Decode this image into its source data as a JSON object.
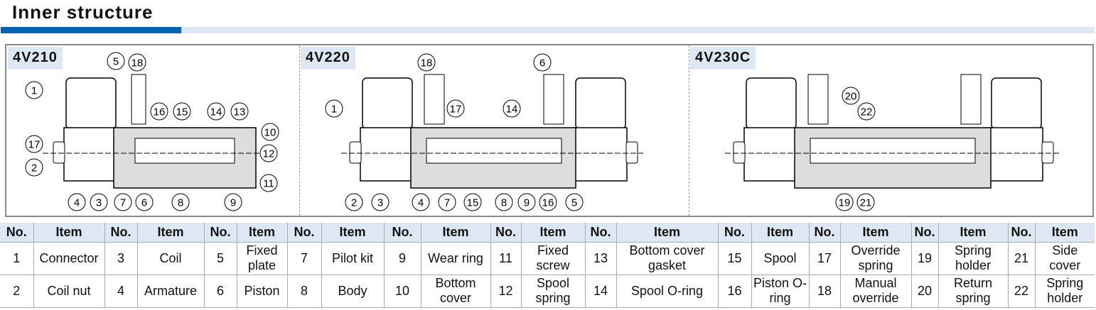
{
  "title": "Inner structure",
  "colors": {
    "accent": "#0062b0",
    "light": "#dde8f4"
  },
  "diagrams": [
    {
      "model": "4V210",
      "callouts": [
        "1",
        "5",
        "18",
        "16",
        "15",
        "14",
        "13",
        "10",
        "17",
        "12",
        "2",
        "11",
        "4",
        "3",
        "7",
        "6",
        "8",
        "9"
      ]
    },
    {
      "model": "4V220",
      "callouts": [
        "1",
        "18",
        "17",
        "14",
        "6",
        "2",
        "3",
        "4",
        "7",
        "15",
        "8",
        "9",
        "16",
        "5"
      ]
    },
    {
      "model": "4V230C",
      "callouts": [
        "20",
        "22",
        "19",
        "21"
      ]
    }
  ],
  "table": {
    "header_no": "No.",
    "header_item": "Item",
    "rows": [
      [
        [
          "1",
          "Connector"
        ],
        [
          "3",
          "Coil"
        ],
        [
          "5",
          "Fixed plate"
        ],
        [
          "7",
          "Pilot kit"
        ],
        [
          "9",
          "Wear ring"
        ],
        [
          "11",
          "Fixed screw"
        ],
        [
          "13",
          "Bottom cover gasket"
        ],
        [
          "15",
          "Spool"
        ],
        [
          "17",
          "Override spring"
        ],
        [
          "19",
          "Spring holder"
        ],
        [
          "21",
          "Side cover"
        ]
      ],
      [
        [
          "2",
          "Coil nut"
        ],
        [
          "4",
          "Armature"
        ],
        [
          "6",
          "Piston"
        ],
        [
          "8",
          "Body"
        ],
        [
          "10",
          "Bottom cover"
        ],
        [
          "12",
          "Spool spring"
        ],
        [
          "14",
          "Spool O-ring"
        ],
        [
          "16",
          "Piston O-ring"
        ],
        [
          "18",
          "Manual override"
        ],
        [
          "20",
          "Return spring"
        ],
        [
          "22",
          "Spring holder"
        ]
      ]
    ]
  }
}
